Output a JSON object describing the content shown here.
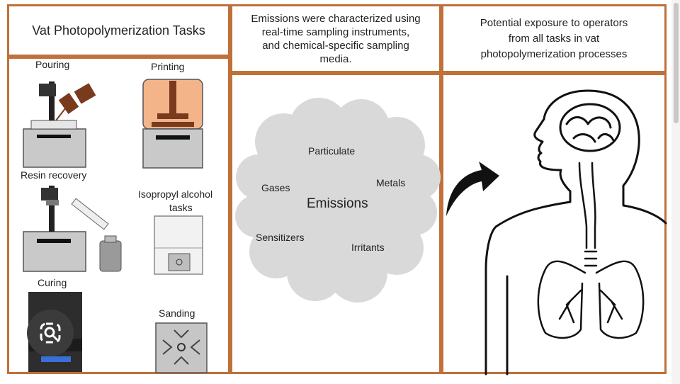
{
  "panels": {
    "tasks": {
      "title": "Vat Photopolymerization Tasks",
      "items": {
        "pouring": "Pouring",
        "printing": "Printing",
        "resin_recovery": "Resin recovery",
        "ipa_line1": "Isopropyl alcohol",
        "ipa_line2": "tasks",
        "curing": "Curing",
        "sanding": "Sanding"
      }
    },
    "emissions": {
      "header_lines": [
        "Emissions were characterized using",
        "real-time sampling instruments,",
        "and chemical-specific sampling",
        "media."
      ],
      "cloud_center": "Emissions",
      "cloud_terms": {
        "particulate": "Particulate",
        "gases": "Gases",
        "metals": "Metals",
        "sensitizers": "Sensitizers",
        "irritants": "Irritants"
      }
    },
    "exposure": {
      "header_lines": [
        "Potential exposure to operators",
        "from all tasks in vat",
        "photopolymerization processes"
      ]
    }
  },
  "colors": {
    "border": "#c0703a",
    "resin": "#7a3a1e",
    "printer_glow": "#f3b48a",
    "machine_gray": "#c9c9c9",
    "cloud": "#d9d9d9"
  },
  "icons": [
    "lens-search-icon",
    "curved-arrow-icon",
    "head-brain-icon",
    "lungs-icon"
  ]
}
